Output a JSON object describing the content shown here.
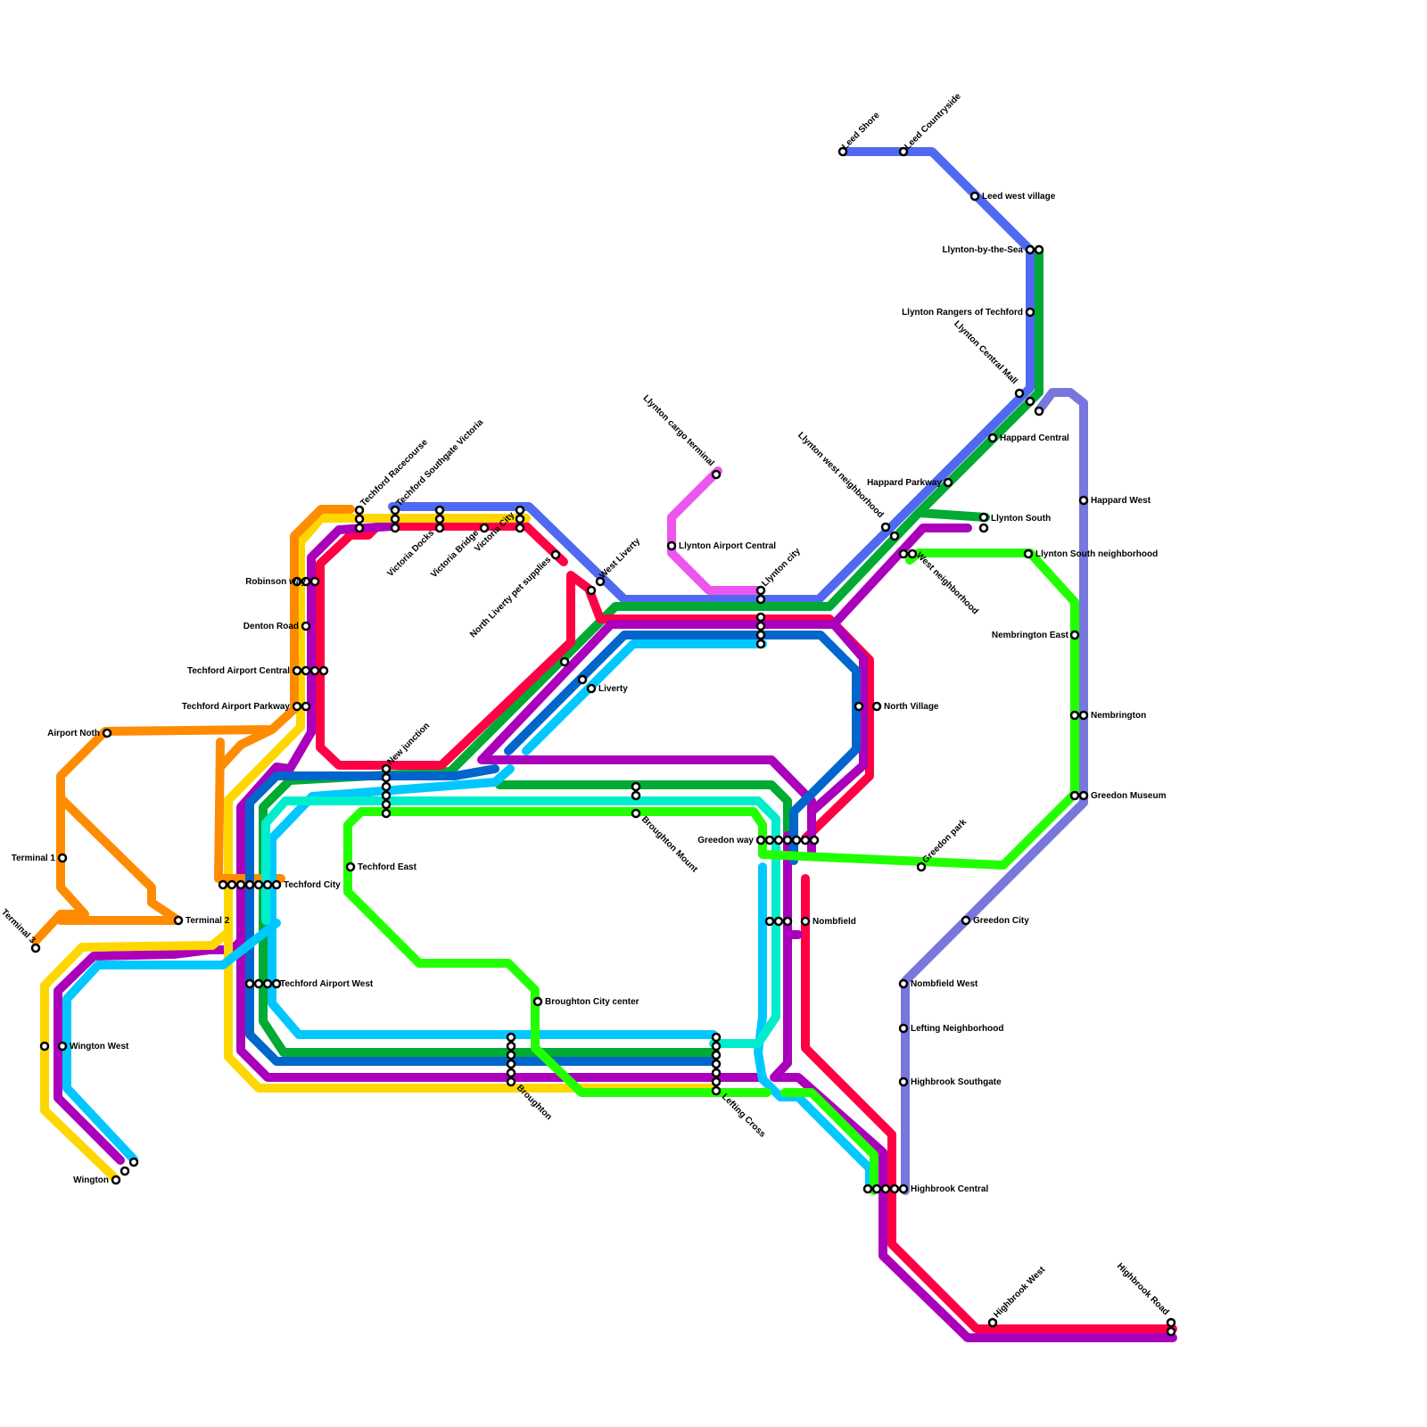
{
  "colors": {
    "orange": "#ff8c00",
    "yellow": "#ffd700",
    "purple": "#aa00bb",
    "red": "#ff0044",
    "periwinkle": "#4f6af0",
    "dark_green": "#00aa33",
    "blue": "#0066cc",
    "cyan": "#00c8ff",
    "turquoise": "#00eecc",
    "lime": "#22ff00",
    "pink": "#ee55ee",
    "lavender": "#7777dd"
  },
  "stations": {
    "leed_shore": "Leed Shore",
    "leed_countryside": "Leed Countryside",
    "leed_west_village": "Leed west village",
    "llynton_by_the_sea": "Llynton-by-the-Sea",
    "llynton_rangers": "Llynton Rangers of Techford",
    "llynton_central_mall": "Llynton Central Mall",
    "happard_central": "Happard Central",
    "happard_parkway": "Happard Parkway",
    "happard_west": "Happard West",
    "llynton_south": "Llynton South",
    "llynton_west_neighborhood": "Llynton west neighborhood",
    "west_neighborhood": "West neighborhood",
    "llynton_south_neighborhood": "Llynton South neighborhood",
    "nembrington_east": "Nembrington East",
    "nembrington": "Nembrington",
    "greedon_museum": "Greedon Museum",
    "greedon_park": "Greedon park",
    "greedon_city": "Greedon City",
    "nombfield_west": "Nombfield West",
    "lefting_neighborhood": "Lefting Neighborhood",
    "highbrook_southgate": "Highbrook Southgate",
    "highbrook_central": "Highbrook Central",
    "highbrook_west": "Highbrook West",
    "highbrook_road": "Highbrook Road",
    "llynton_cargo_terminal": "Llynton cargo terminal",
    "llynton_airport_central": "Llynton Airport Central",
    "llynton_city": "Llynton city",
    "north_village": "North Village",
    "greedon_way": "Greedon way",
    "nombfield": "Nombfield",
    "lefting_cross": "Lefting Cross",
    "broughton": "Broughton",
    "broughton_city_center": "Broughton City center",
    "broughton_mount": "Broughton Mount",
    "techford_east": "Techford East",
    "new_junction": "New junction",
    "liverty": "Liverty",
    "west_liverty": "West Liverty",
    "north_liverty_pet_supplies": "North Liverty pet supplies",
    "victoria_city": "Victoria City",
    "victoria_bridge": "Victoria Bridge",
    "victoria_docks": "Victoria Docks",
    "techford_southgate_victoria": "Techford Southgate Victoria",
    "techford_racecourse": "Techford Racecourse",
    "robinson_way": "Robinson way",
    "denton_road": "Denton Road",
    "techford_airport_central": "Techford Airport Central",
    "techford_airport_parkway": "Techford Airport Parkway",
    "airport_noth": "Airport Noth",
    "terminal_1": "Terminal 1",
    "terminal_2": "Terminal 2",
    "terminal_3": "Terminal 3",
    "techford_city": "Techford City",
    "techford_airport_west": "Techford Airport West",
    "wington_west": "Wington West",
    "wington": "Wington"
  }
}
